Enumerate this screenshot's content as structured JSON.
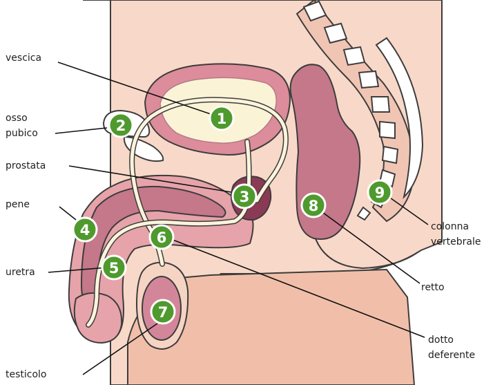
{
  "labels": {
    "vescica": "vescica",
    "osso_pubico_1": "osso",
    "osso_pubico_2": "pubico",
    "prostata": "prostata",
    "pene": "pene",
    "uretra": "uretra",
    "testicolo": "testicolo",
    "colonna_1": "colonna",
    "colonna_2": "vertebrale",
    "retto": "retto",
    "dotto_1": "dotto",
    "dotto_2": "deferente"
  },
  "markers": {
    "m1": "1",
    "m2": "2",
    "m3": "3",
    "m4": "4",
    "m5": "5",
    "m6": "6",
    "m7": "7",
    "m8": "8",
    "m9": "9"
  },
  "colors": {
    "skin": "#f8d8c8",
    "skin_dark": "#f0c0ab",
    "organ": "#c97a8a",
    "organ_dark": "#a8566a",
    "bladder_fill": "#fbf3d6",
    "tube": "#fbf4dc",
    "bone": "#ffffff",
    "marker_green": "#4f9a2e"
  }
}
